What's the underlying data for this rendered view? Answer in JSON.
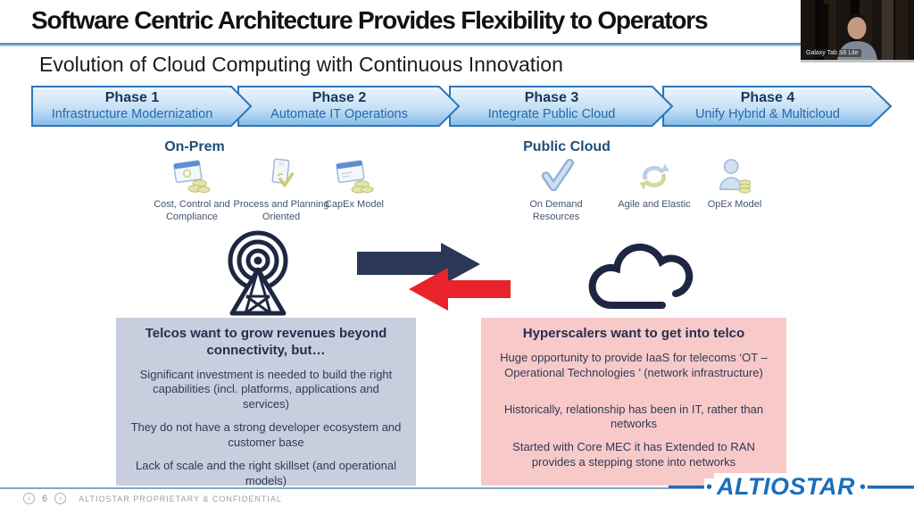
{
  "header": {
    "title": "Software Centric Architecture Provides Flexibility to Operators",
    "subtitle": "Evolution of Cloud Computing with Continuous Innovation"
  },
  "phases": [
    {
      "name": "Phase 1",
      "label": "Infrastructure Modernization"
    },
    {
      "name": "Phase 2",
      "label": "Automate IT Operations"
    },
    {
      "name": "Phase 3",
      "label": "Integrate Public Cloud"
    },
    {
      "name": "Phase 4",
      "label": "Unify Hybrid & Multicloud"
    }
  ],
  "on_prem": {
    "heading": "On-Prem",
    "items": [
      {
        "icon": "window-coins-icon",
        "label": "Cost, Control and Compliance"
      },
      {
        "icon": "document-check-icon",
        "label": "Process and Planning Oriented"
      },
      {
        "icon": "window-coins-icon",
        "label": "CapEx Model"
      }
    ]
  },
  "public_cloud": {
    "heading": "Public Cloud",
    "items": [
      {
        "icon": "checkmark-icon",
        "label": "On Demand Resources"
      },
      {
        "icon": "cycle-arrows-icon",
        "label": "Agile and Elastic"
      },
      {
        "icon": "person-coins-icon",
        "label": "OpEx Model"
      }
    ]
  },
  "center_icons": [
    "radio-tower-icon",
    "exchange-arrows-icon",
    "cloud-icon"
  ],
  "telco_box": {
    "title": "Telcos want to grow revenues beyond connectivity, but…",
    "paragraphs": [
      "Significant investment is needed to build the right capabilities (incl. platforms, applications and services)",
      "They do not have a strong developer ecosystem and customer base",
      "Lack of scale and the right skillset (and operational models)"
    ]
  },
  "hyperscaler_box": {
    "title": "Hyperscalers want to get into telco",
    "paragraphs": [
      "Huge opportunity to provide IaaS for telecoms ‘OT – Operational Technologies ’ (network infrastructure)",
      "Historically, relationship has been in IT, rather than networks",
      "Started with Core MEC it has Extended to RAN provides a stepping stone into networks"
    ]
  },
  "footer": {
    "page_number": "6",
    "confidential": "ALTIOSTAR PROPRIETARY & CONFIDENTIAL",
    "logo": "ALTIOSTAR"
  },
  "webcam": {
    "label": "Galaxy Tab S6 Lite"
  },
  "colors": {
    "navy": "#1e2742",
    "arrow_navy": "#2b3756",
    "arrow_red": "#e8232b",
    "phase_border": "#2e75b6",
    "phase_text_dark": "#17375e",
    "phase_text_blue": "#2569ad",
    "telco_box_bg": "#c9cede",
    "hyperscaler_box_bg": "#f8c9c9",
    "logo_blue": "#1a6fba"
  }
}
